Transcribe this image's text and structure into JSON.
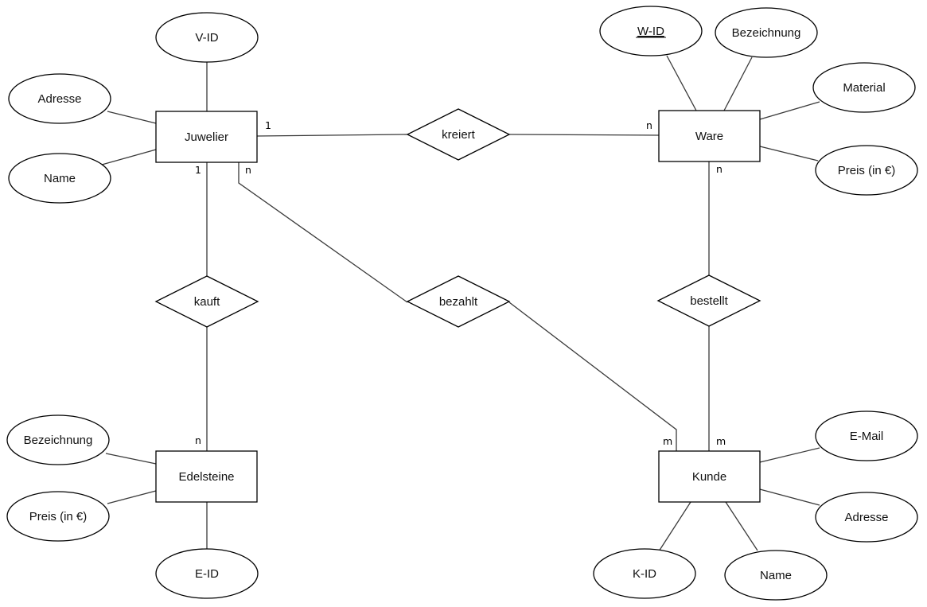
{
  "entities": {
    "juwelier": "Juwelier",
    "ware": "Ware",
    "edelsteine": "Edelsteine",
    "kunde": "Kunde"
  },
  "relationships": {
    "kreiert": "kreiert",
    "kauft": "kauft",
    "bezahlt": "bezahlt",
    "bestellt": "bestellt"
  },
  "attributes": {
    "juwelier_vid": "V-ID",
    "juwelier_adresse": "Adresse",
    "juwelier_name": "Name",
    "ware_wid": "W-ID",
    "ware_bezeichnung": "Bezeichnung",
    "ware_material": "Material",
    "ware_preis": "Preis (in €)",
    "edelsteine_bezeichnung": "Bezeichnung",
    "edelsteine_preis": "Preis (in €)",
    "edelsteine_eid": "E-ID",
    "kunde_email": "E-Mail",
    "kunde_adresse": "Adresse",
    "kunde_kid": "K-ID",
    "kunde_name": "Name"
  },
  "cardinalities": {
    "juwelier_kreiert": "1",
    "ware_kreiert": "n",
    "juwelier_kauft": "1",
    "juwelier_bezahlt": "n",
    "ware_bestellt": "n",
    "edelsteine_kauft": "n",
    "kunde_bezahlt": "m",
    "kunde_bestellt": "m"
  },
  "colors": {
    "stroke": "#000000",
    "fill": "#ffffff",
    "text": "#111111"
  }
}
